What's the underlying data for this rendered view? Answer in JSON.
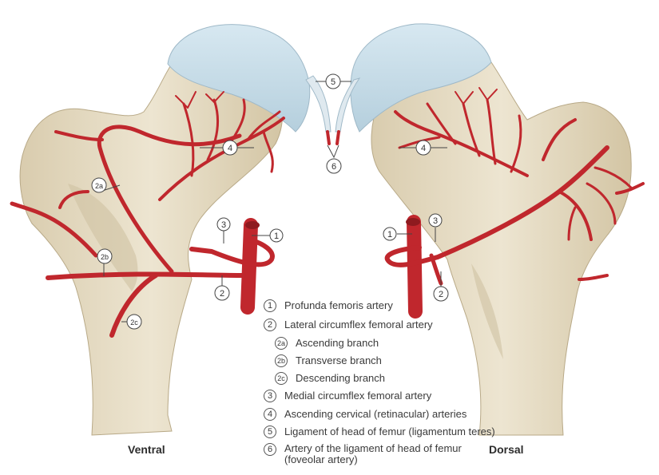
{
  "views": {
    "left": "Ventral",
    "right": "Dorsal"
  },
  "callouts": {
    "n1": "1",
    "n2": "2",
    "n2a": "2a",
    "n2b": "2b",
    "n2c": "2c",
    "n3": "3",
    "n4": "4",
    "n5": "5",
    "n6": "6"
  },
  "legend": [
    {
      "num": "1",
      "text": "Profunda femoris artery"
    },
    {
      "num": "2",
      "text": "Lateral circumflex femoral artery"
    },
    {
      "num": "2a",
      "text": "Ascending branch"
    },
    {
      "num": "2b",
      "text": "Transverse branch"
    },
    {
      "num": "2c",
      "text": "Descending branch"
    },
    {
      "num": "3",
      "text": "Medial circumflex femoral artery"
    },
    {
      "num": "4",
      "text": "Ascending cervical (retinacular) arteries"
    },
    {
      "num": "5",
      "text": "Ligament of head of femur (ligamentum teres)"
    },
    {
      "num": "6",
      "text": "Artery of the ligament of head of femur (foveolar artery)"
    }
  ],
  "colors": {
    "bone": "#e6dcc4",
    "bone_shadow": "#c9bb9c",
    "cartilage": "#c4dbe8",
    "artery": "#c0272d",
    "artery_dark": "#8e1a1f",
    "line": "#555555"
  }
}
